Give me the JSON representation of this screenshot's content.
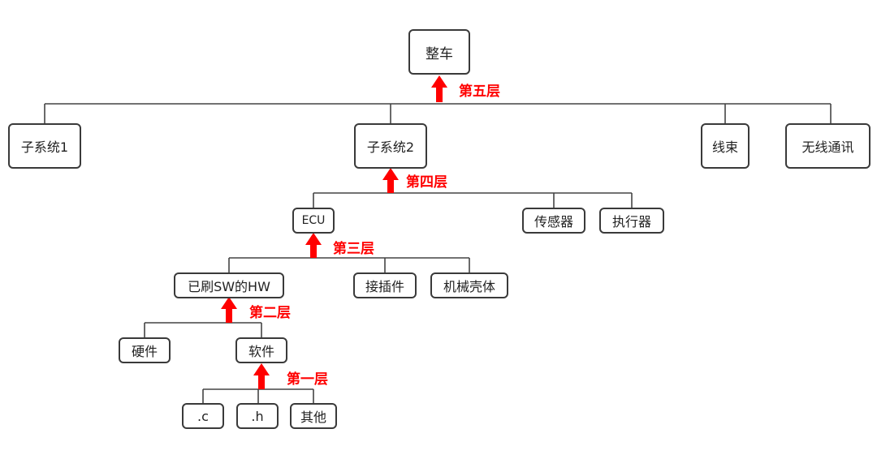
{
  "nodes": {
    "vehicle": "整车",
    "subsystem1": "子系统1",
    "subsystem2": "子系统2",
    "harness": "线束",
    "wireless": "无线通讯",
    "ecu": "ECU",
    "sensor": "传感器",
    "actuator": "执行器",
    "flashed_hw": "已刷SW的HW",
    "connector": "接插件",
    "housing": "机械壳体",
    "hardware": "硬件",
    "software": "软件",
    "c_file": ".c",
    "h_file": ".h",
    "other": "其他"
  },
  "layers": {
    "layer5": "第五层",
    "layer4": "第四层",
    "layer3": "第三层",
    "layer2": "第二层",
    "layer1": "第一层"
  },
  "colors": {
    "line": "#3a3a3a",
    "arrow": "#ff0000"
  }
}
